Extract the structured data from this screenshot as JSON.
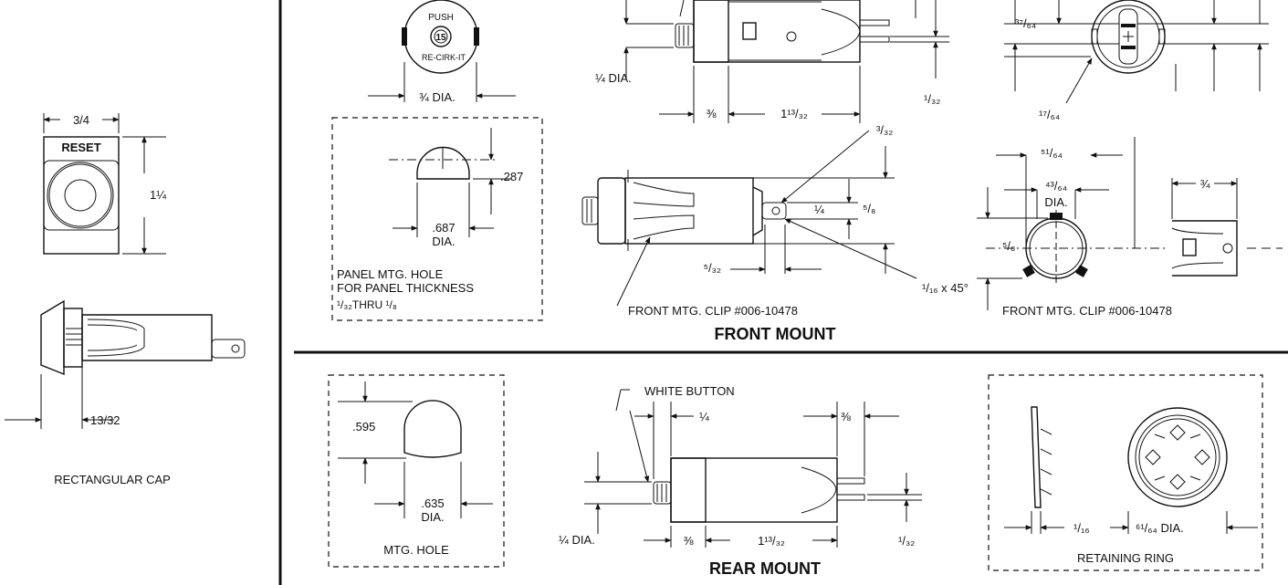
{
  "left": {
    "width_dim": "3/4",
    "height_dim": "1¼",
    "reset": "RESET",
    "depth_dim": "13/32",
    "caption": "RECTANGULAR CAP"
  },
  "front": {
    "cap_push": "PUSH",
    "cap_rating": "15",
    "cap_recirkit": "RE-CIRK-IT",
    "cap_dia": "¾ DIA.",
    "shaft_dia": "¼ DIA.",
    "body_a": "⅜",
    "body_b": "1¹³/₃₂",
    "term_gap": "¹/₃₂",
    "hole_dim": ".287",
    "hole_dia_a": ".687",
    "hole_dia_b": "DIA.",
    "panel_1": "PANEL MTG. HOLE",
    "panel_2": "FOR PANEL THICKNESS",
    "panel_3": "¹/₃₂THRU ¹/₈",
    "clip_a": "³/₃₂",
    "clip_b": "¼",
    "clip_c": "⁵/₈",
    "clip_d": "⁵/₃₂",
    "chamfer": "¹/₁₆ x 45°",
    "clip_label": "FRONT MTG. CLIP #006-10478",
    "title": "FRONT MOUNT",
    "r_a": "³⁷/₆₄",
    "r_b": "¹⁷/₆₄",
    "r_c": "⁵¹/₆₄",
    "r_d": "⁴³/₆₄",
    "r_e": "DIA.",
    "r_f": "⁵/₈",
    "r_g": "¾",
    "clip_label_2": "FRONT MTG. CLIP #006-10478"
  },
  "rear": {
    "hole_dim": ".595",
    "hole_dia_a": ".635",
    "hole_dia_b": "DIA.",
    "hole_caption": "MTG. HOLE",
    "white_button": "WHITE BUTTON",
    "top_a": "¼",
    "top_b": "⅜",
    "shaft_dia": "¼ DIA.",
    "body_a": "⅜",
    "body_b": "1¹³/₃₂",
    "term_gap": "¹/₃₂",
    "title": "REAR MOUNT",
    "ring_a": "¹/₁₆",
    "ring_b": "⁶¹/₆₄ DIA.",
    "ring_caption": "RETAINING RING"
  }
}
